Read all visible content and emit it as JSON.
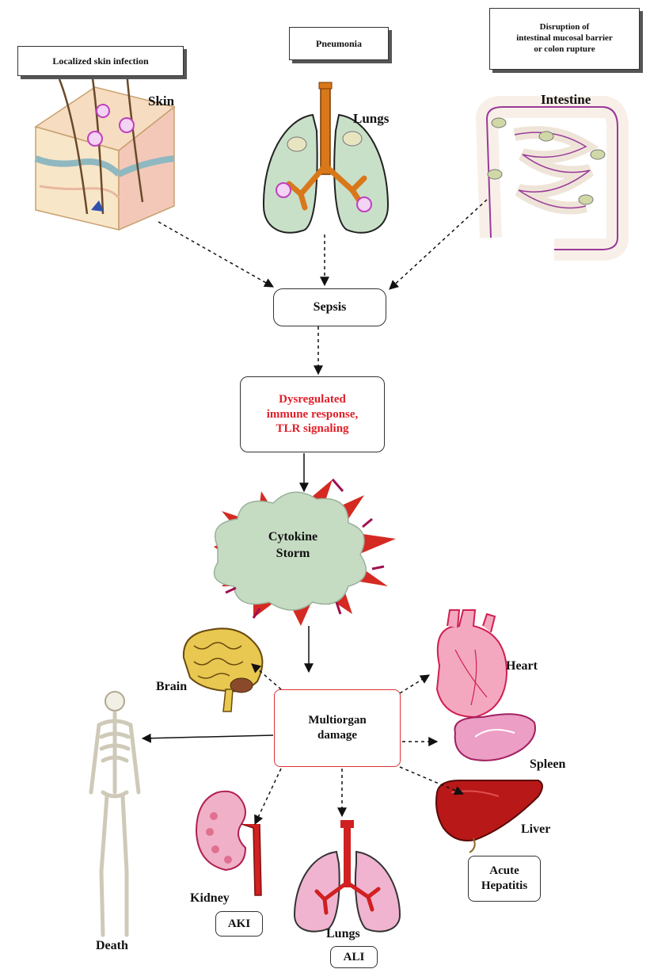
{
  "sources": {
    "skin_box": "Localized skin infection",
    "skin_label": "Skin",
    "pneumonia_box": "Pneumonia",
    "lungs_label": "Lungs",
    "intestine_box": "Disruption of\nintestinal mucosal barrier\nor colon rupture",
    "intestine_label": "Intestine"
  },
  "flow": {
    "sepsis": "Sepsis",
    "immune": "Dysregulated\nimmune response,\nTLR signaling",
    "storm": "Cytokine\nStorm",
    "multiorgan": "Multiorgan\ndamage"
  },
  "outcomes": {
    "brain": "Brain",
    "heart": "Heart",
    "spleen": "Spleen",
    "liver": "Liver",
    "hepatitis": "Acute\nHepatitis",
    "kidney": "Kidney",
    "aki": "AKI",
    "lungs": "Lungs",
    "ali": "ALI",
    "death": "Death"
  },
  "colors": {
    "immune_text": "#e0202a",
    "storm_cloud": "#c5dcc2",
    "storm_spikes": "#d42a22",
    "organ_pink": "#f0a8c8",
    "lung_green": "#c8e0c8",
    "trachea_orange": "#d9781a",
    "liver_red": "#b81818"
  }
}
